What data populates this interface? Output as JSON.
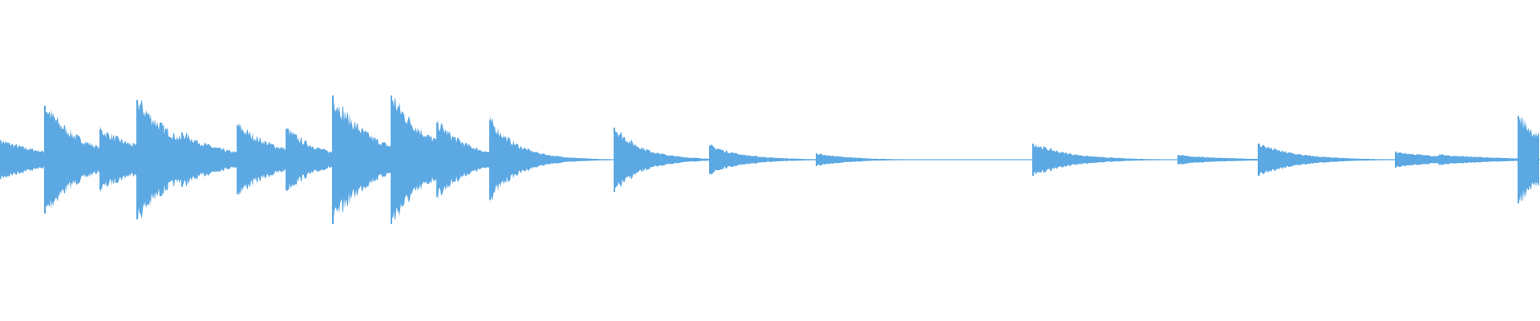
{
  "waveform": {
    "color": "#5BA8E3",
    "background": "#FFFFFF",
    "onsets": [
      {
        "time": 0.0,
        "amplitude": 0.3,
        "decay": 0.55
      },
      {
        "time": 0.029,
        "amplitude": 0.84,
        "decay": 0.4
      },
      {
        "time": 0.065,
        "amplitude": 0.47,
        "decay": 0.5
      },
      {
        "time": 0.089,
        "amplitude": 0.93,
        "decay": 0.45
      },
      {
        "time": 0.118,
        "amplitude": 0.42,
        "decay": 0.45
      },
      {
        "time": 0.154,
        "amplitude": 0.54,
        "decay": 0.45
      },
      {
        "time": 0.186,
        "amplitude": 0.48,
        "decay": 0.35
      },
      {
        "time": 0.216,
        "amplitude": 1.0,
        "decay": 0.4
      },
      {
        "time": 0.254,
        "amplitude": 1.0,
        "decay": 0.4
      },
      {
        "time": 0.284,
        "amplitude": 0.58,
        "decay": 0.35
      },
      {
        "time": 0.318,
        "amplitude": 0.62,
        "decay": 0.3
      },
      {
        "time": 0.399,
        "amplitude": 0.5,
        "decay": 0.3
      },
      {
        "time": 0.461,
        "amplitude": 0.22,
        "decay": 0.35
      },
      {
        "time": 0.53,
        "amplitude": 0.1,
        "decay": 0.35
      },
      {
        "time": 0.671,
        "amplitude": 0.25,
        "decay": 0.4
      },
      {
        "time": 0.765,
        "amplitude": 0.07,
        "decay": 0.5
      },
      {
        "time": 0.817,
        "amplitude": 0.25,
        "decay": 0.4
      },
      {
        "time": 0.906,
        "amplitude": 0.12,
        "decay": 0.6
      },
      {
        "time": 0.935,
        "amplitude": 0.08,
        "decay": 0.6
      },
      {
        "time": 0.986,
        "amplitude": 0.68,
        "decay": 0.35
      }
    ]
  }
}
